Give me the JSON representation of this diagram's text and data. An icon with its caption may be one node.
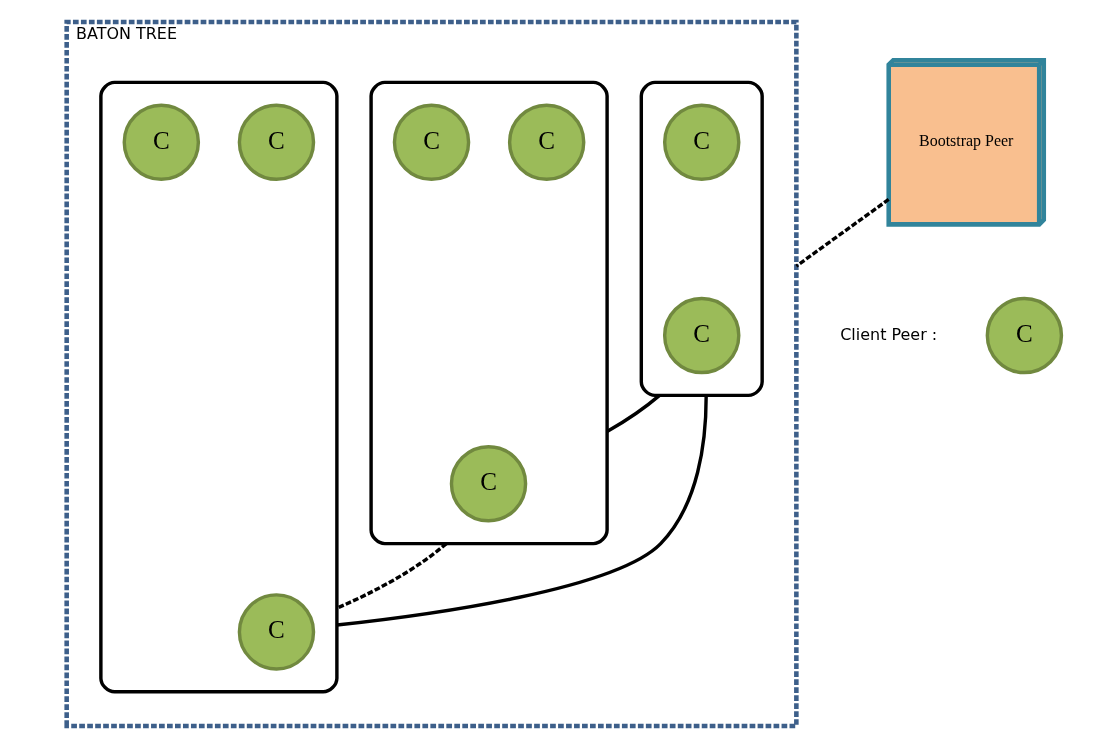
{
  "diagram": {
    "nodes": [
      {
        "text": [
          "Bootstrap Peer"
        ]
      },
      {
        "text": [
          "BATON TREE"
        ]
      },
      {
        "text": [],
        "shape": "ellipse",
        "in": 1
      },
      {
        "text": [
          "C"
        ],
        "in": 2
      },
      {
        "text": [
          "C"
        ],
        "in": 2
      },
      {
        "text": [],
        "shape": "ellipse",
        "in": 1
      },
      {
        "text": [
          "C"
        ],
        "in": 5
      },
      {
        "text": [
          "C"
        ],
        "in": 5
      },
      {
        "text": [
          "C"
        ],
        "in": 5
      },
      {
        "text": [],
        "shape": "ellipse",
        "in": 1
      },
      {
        "text": [
          "C"
        ],
        "in": 9
      },
      {
        "text": [
          "C"
        ],
        "in": 9
      },
      {
        "text": [
          "C"
        ],
        "in": 9
      },
      {
        "text": [
          "C"
        ]
      }
    ],
    "edges": [
      {
        "from": 0,
        "to": 1,
        "arrow": "none",
        "style": "dashed"
      },
      {
        "from": 2,
        "to": 5,
        "arrow": "none"
      },
      {
        "from": 2,
        "to": 9,
        "arrow": "none"
      },
      {
        "from": 5,
        "to": 9,
        "arrow": "none",
        "style": "dashed"
      }
    ],
    "labels": [
      "Client Peer :"
    ]
  }
}
